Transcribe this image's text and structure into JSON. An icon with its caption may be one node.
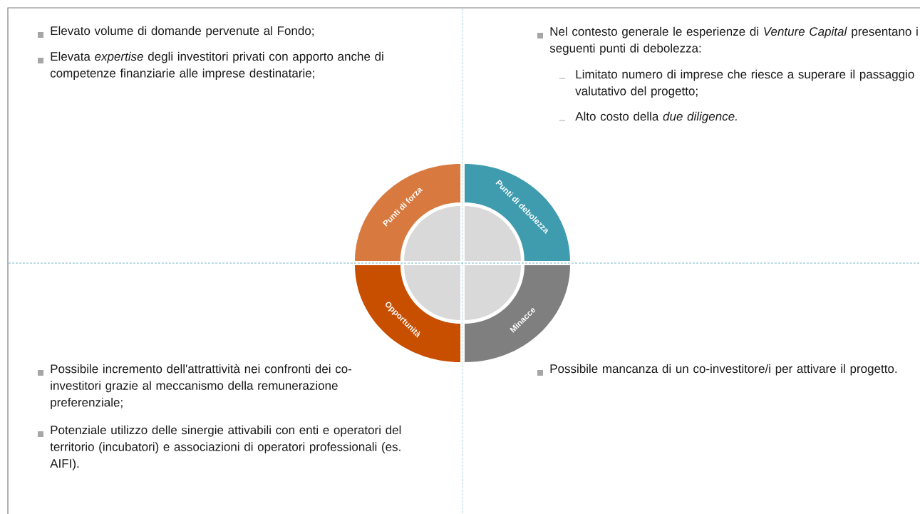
{
  "diagram": {
    "nodes": [
      {
        "text": [
          "Punti di forza"
        ]
      },
      {
        "text": [
          "Punti di debolezza"
        ]
      },
      {
        "text": [
          "Opportunità"
        ]
      },
      {
        "text": [
          "Minacce"
        ]
      }
    ],
    "labels": [
      "Elevato volume di domande pervenute al Fondo;",
      "Elevata *expertise* degli investitori privati con apporto anche di competenze finanziarie alle imprese destinatarie;",
      "Nel contesto generale le esperienze di *Venture Capital* presentano i seguenti punti di debolezza:",
      "Limitato numero di imprese che riesce a superare il passaggio valutativo del progetto;",
      "Alto costo della *due diligence.*",
      "Possibile incremento dell'attrattività nei confronti dei co-investitori grazie al meccanismo della remunerazione preferenziale;",
      "Potenziale utilizzo delle sinergie attivabili con enti e operatori del territorio (incubatori) e associazioni di operatori professionali (es. AIFI).",
      "Possibile mancanza di un co-investitore/i per attivare il progetto."
    ]
  }
}
